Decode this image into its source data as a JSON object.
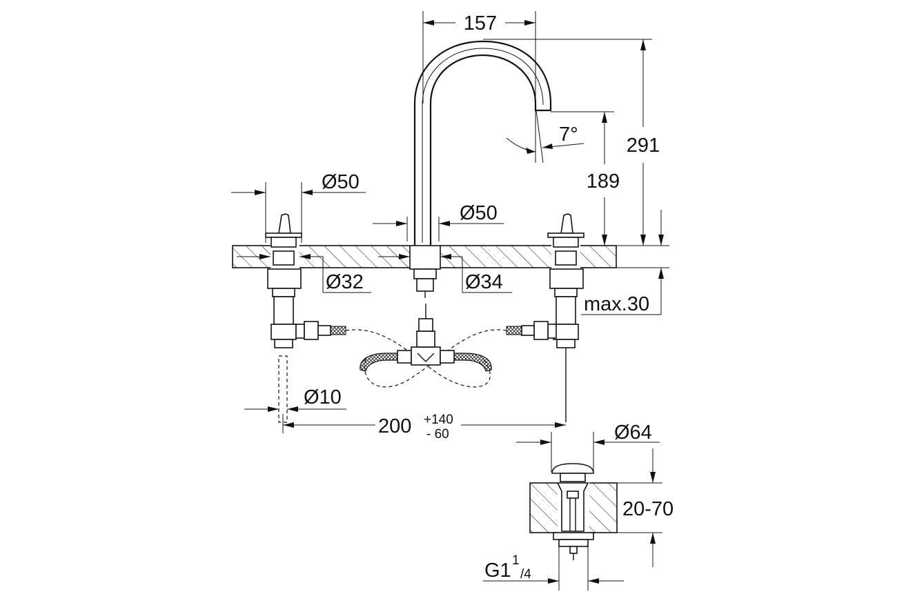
{
  "dimensions": {
    "spout_reach": "157",
    "total_height": "291",
    "spout_height": "189",
    "spout_angle": "7°",
    "handle_diameter": "Ø50",
    "spout_base_diameter": "Ø50",
    "handle_hole_diameter": "Ø32",
    "spout_hole_diameter": "Ø34",
    "max_thickness": "max.30",
    "hose_diameter": "Ø10",
    "center_distance": "200",
    "center_tol_plus": "+140",
    "center_tol_minus": "- 60",
    "drain_diameter": "Ø64",
    "drain_range": "20-70",
    "drain_thread": "G1",
    "drain_thread_sup": "1",
    "drain_thread_sub": "/4"
  },
  "colors": {
    "line": "#111111",
    "background": "#ffffff"
  }
}
